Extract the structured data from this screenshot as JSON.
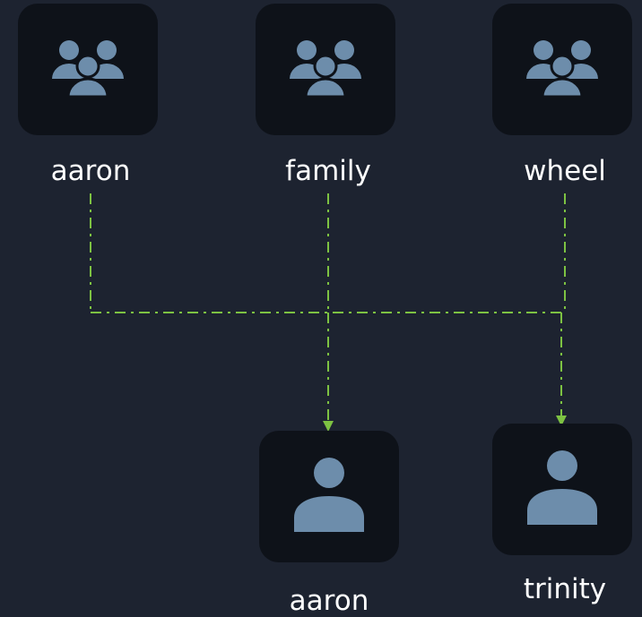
{
  "colors": {
    "background": "#1d2330",
    "node_fill": "#0e1219",
    "icon": "#6d8dab",
    "edge": "#7dc242",
    "label": "#ffffff"
  },
  "groups": [
    {
      "label": "aaron",
      "icon": "group-icon"
    },
    {
      "label": "family",
      "icon": "group-icon"
    },
    {
      "label": "wheel",
      "icon": "group-icon"
    }
  ],
  "users": [
    {
      "label": "aaron",
      "icon": "user-icon"
    },
    {
      "label": "trinity",
      "icon": "user-icon"
    }
  ],
  "edges": [
    {
      "from": "group aaron",
      "to": "user aaron"
    },
    {
      "from": "group aaron",
      "to": "user trinity"
    },
    {
      "from": "group family",
      "to": "user aaron"
    },
    {
      "from": "group family",
      "to": "user trinity"
    },
    {
      "from": "group wheel",
      "to": "user aaron"
    },
    {
      "from": "group wheel",
      "to": "user trinity"
    }
  ]
}
